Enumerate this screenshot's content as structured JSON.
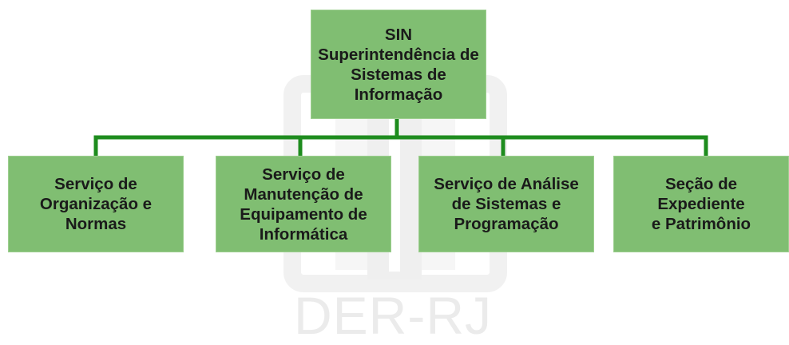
{
  "org_chart": {
    "root": {
      "label": "SIN\nSuperintendência de\nSistemas de\nInformação"
    },
    "children": [
      {
        "label": "Serviço de\nOrganização e\nNormas"
      },
      {
        "label": "Serviço de\nManutenção de\nEquipamento de\nInformática"
      },
      {
        "label": "Serviço de Análise\nde Sistemas e\nProgramação"
      },
      {
        "label": "Seção de Expediente\ne Patrimônio"
      }
    ]
  },
  "watermark": {
    "text": "DER-RJ"
  },
  "colors": {
    "box_fill": "#80be72",
    "connector": "#1e8c1e",
    "watermark": "#ebebeb"
  }
}
